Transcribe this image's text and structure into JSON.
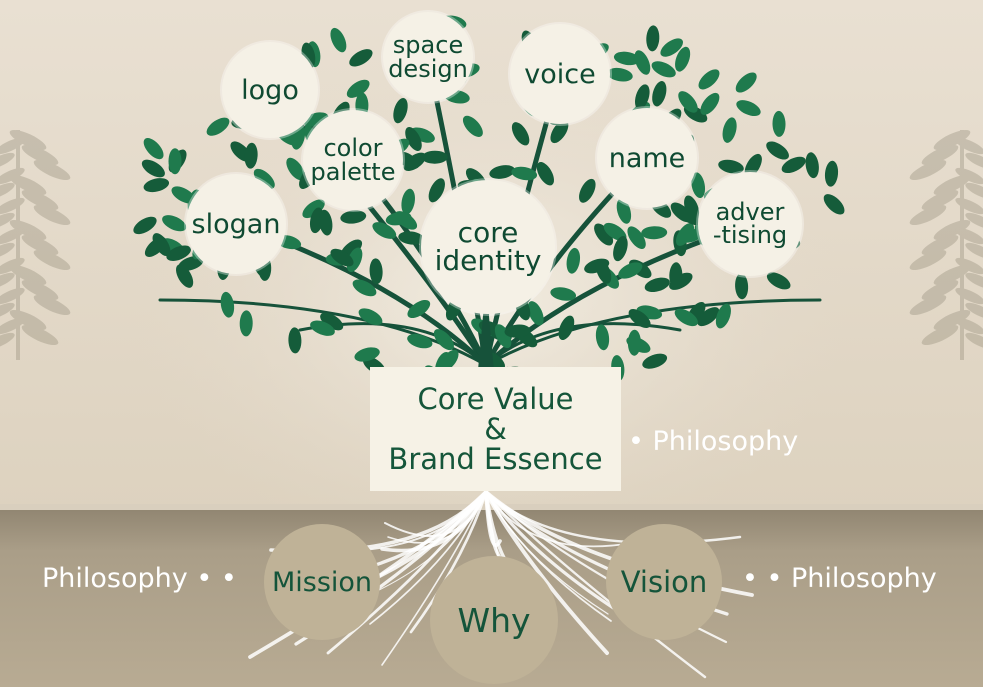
{
  "colors": {
    "wall": "#e4dacb",
    "ground": "#a89c86",
    "leaf": "#1f7a4d",
    "leaf_dark": "#155c3a",
    "trunk": "#16523a",
    "node_fill": "#f5f1e6",
    "node_text": "#0f4a32",
    "root_fill": "#bfb297",
    "root_lines": "#ffffff"
  },
  "branches": {
    "logo": "logo",
    "space_design": "space\ndesign",
    "voice": "voice",
    "color_palette": "color\npalette",
    "name": "name",
    "slogan": "slogan",
    "core_identity": "core\nidentity",
    "advertising": "adver\n-tising"
  },
  "core": {
    "line1": "Core Value",
    "line2": "&",
    "line3": "Brand Essence"
  },
  "right_label": "• Philosophy",
  "roots": {
    "mission": "Mission",
    "why": "Why",
    "vision": "Vision"
  },
  "ground_labels": {
    "left": "Philosophy • •",
    "right": "• • Philosophy"
  }
}
